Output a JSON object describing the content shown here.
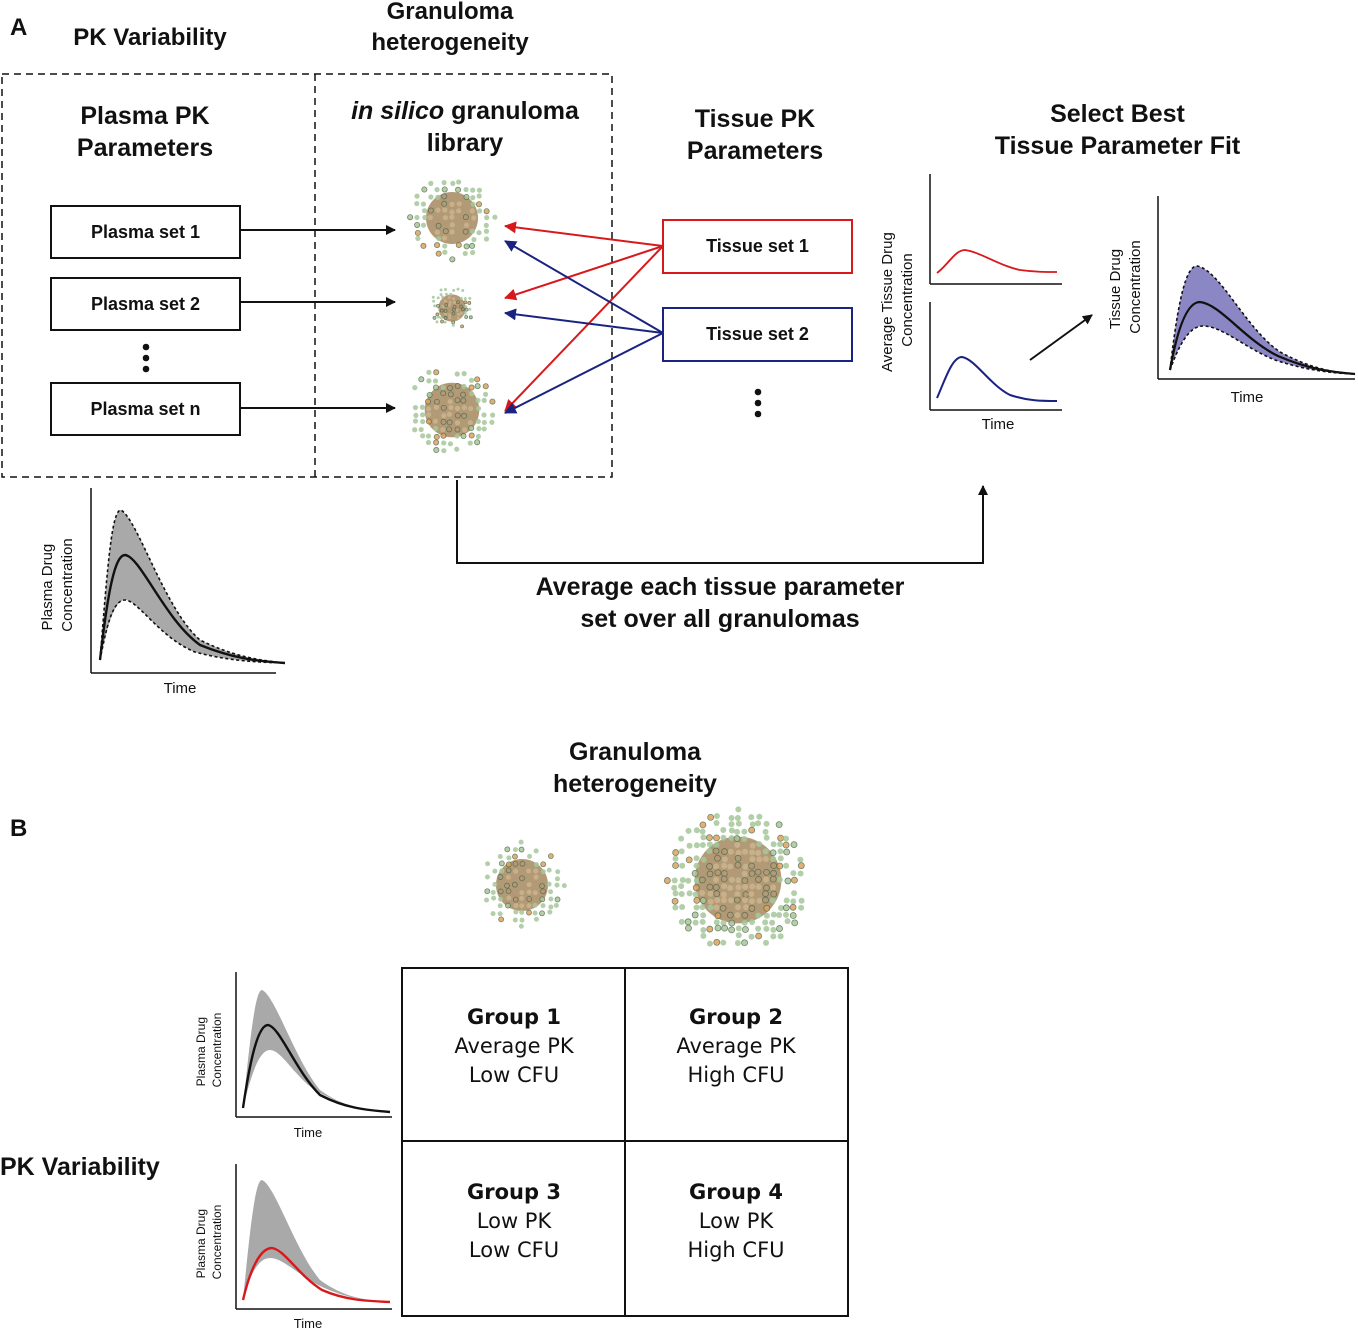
{
  "panel_a": {
    "label": "A",
    "pk_variability": "PK Variability",
    "granuloma_heterogeneity": [
      "Granuloma",
      "heterogeneity"
    ],
    "plasma_params": [
      "Plasma PK",
      "Parameters"
    ],
    "library_italic": "in silico",
    "library_rest": " granuloma",
    "library_line2": "library",
    "plasma_sets": [
      "Plasma set 1",
      "Plasma set 2",
      "Plasma set n"
    ],
    "tissue_params": [
      "Tissue PK",
      "Parameters"
    ],
    "tissue_sets": [
      "Tissue set 1",
      "Tissue set 2"
    ],
    "select_best": [
      "Select Best",
      "Tissue Parameter Fit"
    ],
    "average_caption": [
      "Average each tissue parameter",
      "set over all granulomas"
    ],
    "avg_tissue_ylabel": [
      "Average Tissue Drug",
      "Concentration"
    ],
    "tissue_ylabel": [
      "Tissue Drug",
      "Concentration"
    ],
    "plasma_ylabel": [
      "Plasma Drug",
      "Concentration"
    ],
    "time_label": "Time"
  },
  "panel_b": {
    "label": "B",
    "granuloma_heterogeneity": [
      "Granuloma",
      "heterogeneity"
    ],
    "pk_variability": "PK Variability",
    "plasma_ylabel": [
      "Plasma Drug",
      "Concentration"
    ],
    "time_label": "Time",
    "groups": [
      {
        "title": "Group 1",
        "pk": "Average PK",
        "cfu": "Low CFU"
      },
      {
        "title": "Group 2",
        "pk": "Average PK",
        "cfu": "High CFU"
      },
      {
        "title": "Group 3",
        "pk": "Low PK",
        "cfu": "Low CFU"
      },
      {
        "title": "Group 4",
        "pk": "Low PK",
        "cfu": "High CFU"
      }
    ]
  },
  "colors": {
    "red": "#d7191c",
    "blue": "#1a2380",
    "gray_band": "#a9a9a9",
    "purple_band": "#8b87c4",
    "granuloma_core": "#b39a77",
    "granuloma_cell": "#a6c79a"
  }
}
